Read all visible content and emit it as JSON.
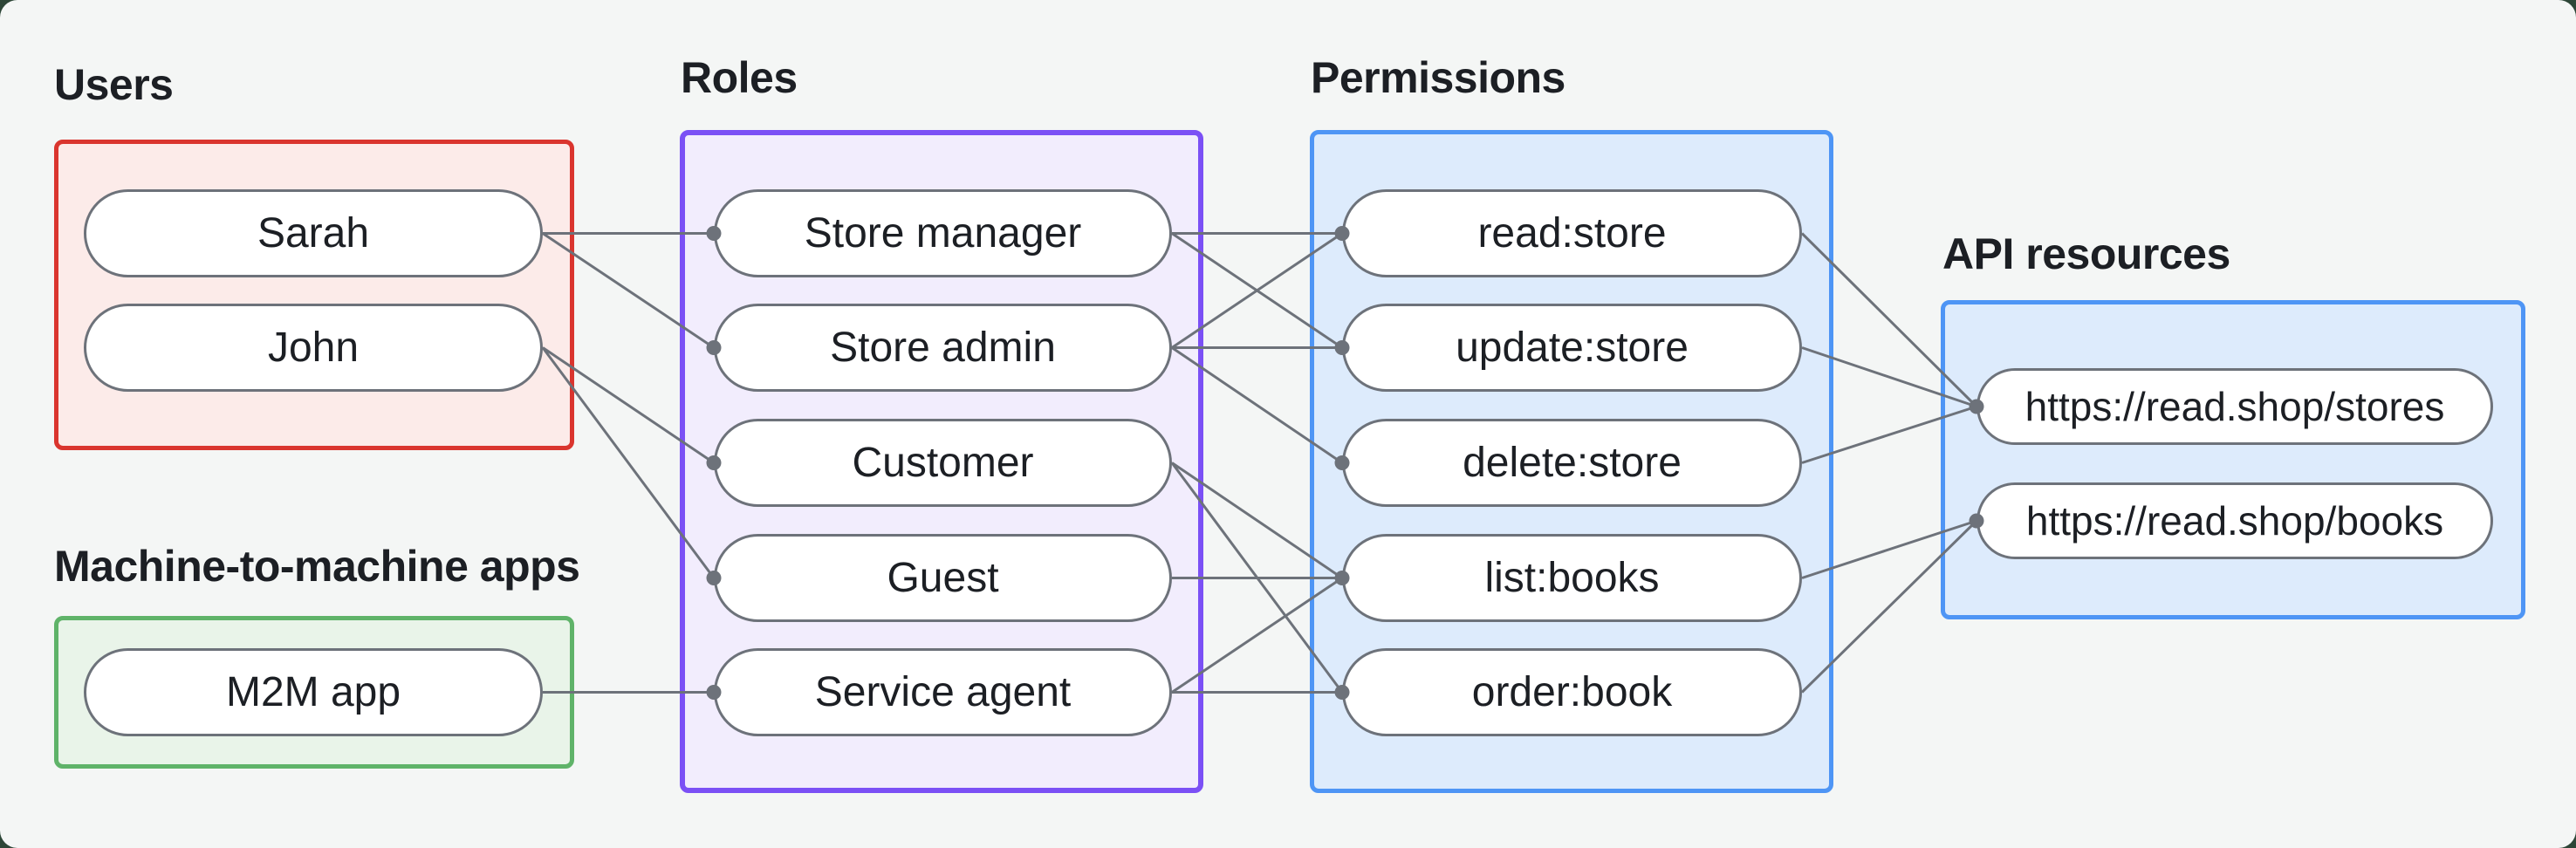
{
  "sections": {
    "users": {
      "label": "Users",
      "nodes": [
        {
          "id": "sarah",
          "label": "Sarah"
        },
        {
          "id": "john",
          "label": "John"
        }
      ]
    },
    "m2m": {
      "label": "Machine-to-machine apps",
      "nodes": [
        {
          "id": "m2m_app",
          "label": "M2M app"
        }
      ]
    },
    "roles": {
      "label": "Roles",
      "nodes": [
        {
          "id": "store_manager",
          "label": "Store manager"
        },
        {
          "id": "store_admin",
          "label": "Store admin"
        },
        {
          "id": "customer",
          "label": "Customer"
        },
        {
          "id": "guest",
          "label": "Guest"
        },
        {
          "id": "service_agent",
          "label": "Service agent"
        }
      ]
    },
    "permissions": {
      "label": "Permissions",
      "nodes": [
        {
          "id": "read_store",
          "label": "read:store"
        },
        {
          "id": "update_store",
          "label": "update:store"
        },
        {
          "id": "delete_store",
          "label": "delete:store"
        },
        {
          "id": "list_books",
          "label": "list:books"
        },
        {
          "id": "order_book",
          "label": "order:book"
        }
      ]
    },
    "api_resources": {
      "label": "API resources",
      "nodes": [
        {
          "id": "stores",
          "label": "https://read.shop/stores"
        },
        {
          "id": "books",
          "label": "https://read.shop/books"
        }
      ]
    }
  },
  "edges": [
    [
      "sarah",
      "store_manager"
    ],
    [
      "sarah",
      "store_admin"
    ],
    [
      "john",
      "customer"
    ],
    [
      "john",
      "guest"
    ],
    [
      "m2m_app",
      "service_agent"
    ],
    [
      "store_manager",
      "read_store"
    ],
    [
      "store_manager",
      "update_store"
    ],
    [
      "store_admin",
      "read_store"
    ],
    [
      "store_admin",
      "update_store"
    ],
    [
      "store_admin",
      "delete_store"
    ],
    [
      "customer",
      "list_books"
    ],
    [
      "customer",
      "order_book"
    ],
    [
      "guest",
      "list_books"
    ],
    [
      "service_agent",
      "list_books"
    ],
    [
      "service_agent",
      "order_book"
    ],
    [
      "read_store",
      "stores"
    ],
    [
      "update_store",
      "stores"
    ],
    [
      "delete_store",
      "stores"
    ],
    [
      "list_books",
      "books"
    ],
    [
      "order_book",
      "books"
    ]
  ],
  "colors": {
    "canvas_background": "#f4f6f5",
    "page_background": "#2d4637",
    "users_border": "#da352e",
    "users_fill": "#fcebe9",
    "m2m_border": "#5fb369",
    "m2m_fill": "#e9f4e9",
    "roles_border": "#7b50f5",
    "roles_fill": "#f2edfd",
    "permissions_border": "#4e95f5",
    "permissions_fill": "#ddebfc",
    "connector": "#6d727a",
    "node_border": "#6d727a",
    "node_fill": "#ffffff",
    "text": "#1c1f24"
  }
}
